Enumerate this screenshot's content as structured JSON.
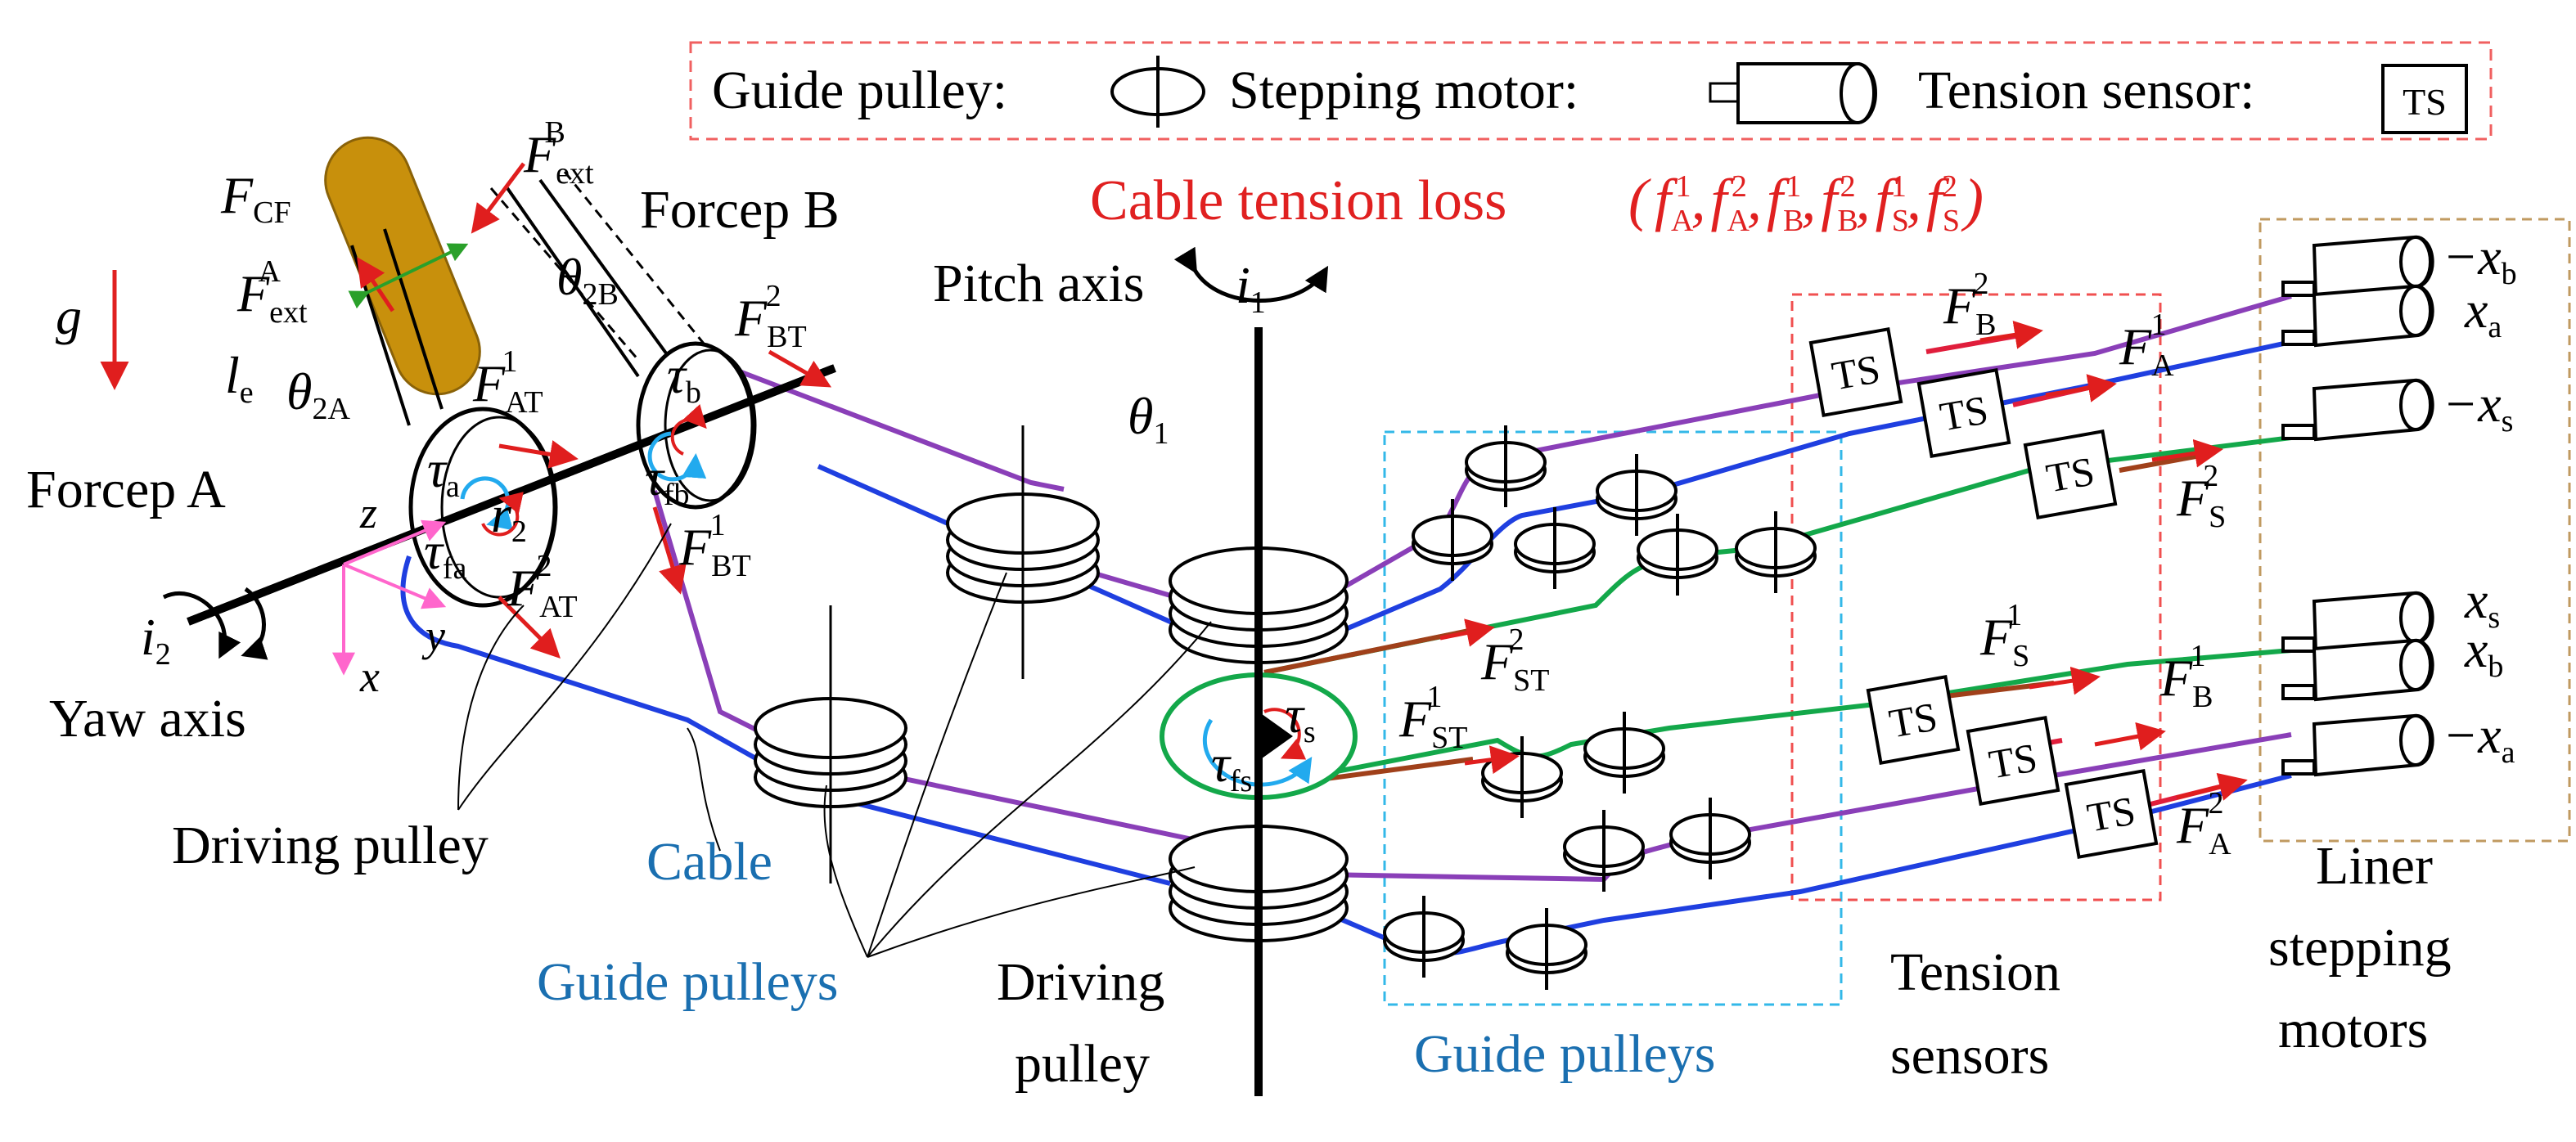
{
  "legend": {
    "guide_pulley_label": "Guide pulley:",
    "stepping_motor_label": "Stepping motor:",
    "tension_sensor_label": "Tension sensor:",
    "ts_symbol": "TS"
  },
  "headline": {
    "text": "Cable tension loss",
    "terms": [
      "f_A^1",
      "f_A^2",
      "f_B^1",
      "f_B^2",
      "f_S^1",
      "f_S^2"
    ]
  },
  "labels": {
    "forcep_a": "Forcep A",
    "forcep_b": "Forcep B",
    "pitch_axis": "Pitch axis",
    "yaw_axis": "Yaw axis",
    "gravity": "g",
    "driving_pulley_left": "Driving pulley",
    "driving_pulley_center_1": "Driving",
    "driving_pulley_center_2": "pulley",
    "cable": "Cable",
    "guide_pulleys_center": "Guide pulleys",
    "guide_pulleys_right": "Guide pulleys",
    "tension_sensors_1": "Tension",
    "tension_sensors_2": "sensors",
    "motors_1": "Liner",
    "motors_2": "stepping",
    "motors_3": "motors"
  },
  "motor_labels": [
    "−x_b",
    "x_a",
    "−x_s",
    "x_s",
    "x_b",
    "−x_a"
  ],
  "colors": {
    "blue_cable": "#1f3fe0",
    "purple_cable": "#8a3fb8",
    "green_cable": "#13a84a",
    "red_cable": "#e01e3c",
    "brown_cable": "#a0401a",
    "accent_red": "#e02020",
    "label_blue": "#1a6fb0",
    "forcep_gold": "#c8900c",
    "cyan_box": "#33b8e8",
    "red_box": "#f05050",
    "tan_box": "#c09a60"
  }
}
